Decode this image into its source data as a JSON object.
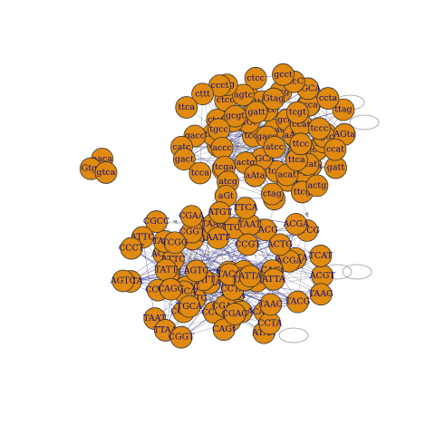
{
  "graph": {
    "colors": {
      "node_fill": "#e08a10",
      "node_border": "#333333",
      "label": "#0a0a8a",
      "edge": "#8a8a8a",
      "dense_edge": "#00008b",
      "background": "#ffffff"
    },
    "clusters": [
      {
        "name": "upper-cluster",
        "labels_visible": [
          "ttcc",
          "ccat",
          "gatt",
          "ttca",
          "actg",
          "ttcg",
          "acat",
          "ctag",
          "atcc",
          "aAta",
          "aGt",
          "atcg",
          "tcga",
          "tcca",
          "gact",
          "accc",
          "catc",
          "gacc",
          "tgcc",
          "ttca",
          "cttt",
          "gcgt",
          "ccct",
          "tttg",
          "agtc",
          "ctcc",
          "gcct",
          "Gtag",
          "ctcC",
          "CGCA",
          "tcgt",
          "ccta",
          "ttag",
          "tccc",
          "AGta"
        ]
      },
      {
        "name": "lower-cluster",
        "labels_visible": [
          "ATTA",
          "TAAG",
          "TACG",
          "TAAC",
          "CCTA",
          "ATAA",
          "CGAC",
          "CAGt",
          "CGGT",
          "TGCA",
          "TTAA",
          "TAAT",
          "CAGC",
          "AGTC",
          "GTTA",
          "TATT",
          "CCCT",
          "ATTC",
          "TCGG",
          "CGCC",
          "CGAA",
          "AATT",
          "ATGT",
          "TTCA",
          "CCGT",
          "ACGA",
          "CTCG",
          "ACTG",
          "TCAT",
          "ACGT"
        ]
      },
      {
        "name": "small-cluster",
        "labels_visible": [
          "gtca",
          "Gtgt",
          "aaca"
        ]
      }
    ]
  }
}
